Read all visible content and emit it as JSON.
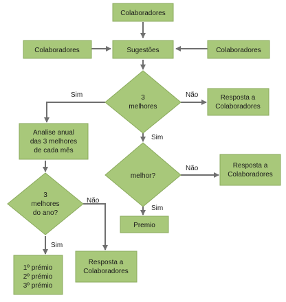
{
  "nodes": {
    "top": "Colaboradores",
    "left": "Colaboradores",
    "sugestoes": "Sugestões",
    "right": "Colaboradores",
    "d1_l1": "3",
    "d1_l2": "melhores",
    "resp1_l1": "Resposta a",
    "resp1_l2": "Colaboradores",
    "analise_l1": "Analise anual",
    "analise_l2": "das 3 melhores",
    "analise_l3": "de cada mês",
    "d2": "melhor?",
    "resp2_l1": "Resposta a",
    "resp2_l2": "Colaboradores",
    "d3_l1": "3",
    "d3_l2": "melhores",
    "d3_l3": "do ano?",
    "premio": "Premio",
    "premios_l1": "1º prémio",
    "premios_l2": "2º prémio",
    "premios_l3": "3º prémio",
    "resp3_l1": "Resposta a",
    "resp3_l2": "Colaboradores"
  },
  "edges": {
    "d1_sim": "Sim",
    "d1_nao": "Não",
    "d1_sim2": "Sim",
    "d2_nao": "Não",
    "d2_sim": "Sim",
    "d3_nao": "Não",
    "d3_sim": "Sim"
  }
}
